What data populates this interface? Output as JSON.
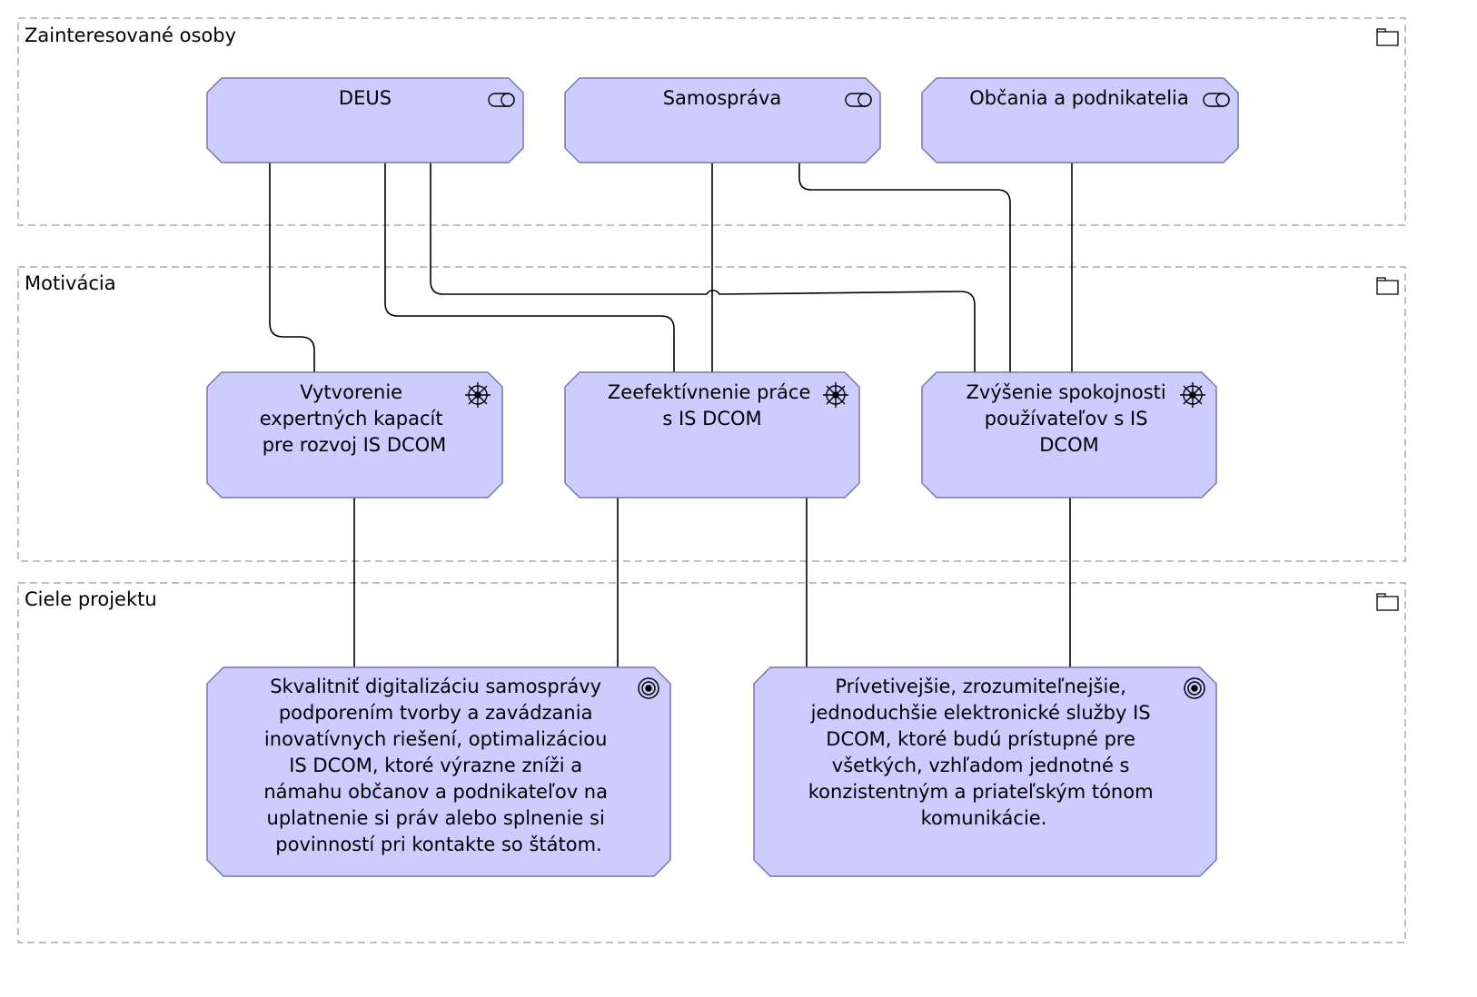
{
  "colors": {
    "node_fill": "#ccccff",
    "node_stroke": "#7777aa",
    "group_border": "#aaaaaa",
    "connector": "#000000"
  },
  "groups": [
    {
      "id": "stakeholders",
      "label": "Zainteresované osoby",
      "icon": "folder-icon"
    },
    {
      "id": "motivation",
      "label": "Motivácia",
      "icon": "folder-icon"
    },
    {
      "id": "goals",
      "label": "Ciele projektu",
      "icon": "folder-icon"
    }
  ],
  "stakeholders": [
    {
      "id": "deus",
      "lines": [
        "DEUS"
      ],
      "icon": "stakeholder-icon"
    },
    {
      "id": "samosprava",
      "lines": [
        "Samospráva"
      ],
      "icon": "stakeholder-icon"
    },
    {
      "id": "obcania",
      "lines": [
        "Občania a podnikatelia"
      ],
      "icon": "stakeholder-icon"
    }
  ],
  "drivers": [
    {
      "id": "expertne",
      "lines": [
        "Vytvorenie",
        "expertných kapacít",
        "pre rozvoj IS DCOM"
      ],
      "icon": "driver-icon"
    },
    {
      "id": "zefektivnenie",
      "lines": [
        "Zeefektívnenie práce",
        "s IS DCOM"
      ],
      "icon": "driver-icon"
    },
    {
      "id": "spokojnost",
      "lines": [
        "Zvýšenie spokojnosti",
        "používateľov s IS",
        "DCOM"
      ],
      "icon": "driver-icon"
    }
  ],
  "goals": [
    {
      "id": "goal1",
      "lines": [
        "Skvalitniť digitalizáciu samosprávy",
        "podporením tvorby a zavádzania",
        "inovatívnych riešení, optimalizáciou",
        "IS DCOM, ktoré výrazne zníži a",
        "námahu občanov a podnikateľov na",
        "uplatnenie si práv alebo splnenie si",
        "povinností pri kontakte so štátom."
      ],
      "icon": "goal-icon"
    },
    {
      "id": "goal2",
      "lines": [
        "Prívetivejšie, zrozumiteľnejšie,",
        "jednoduchšie elektronické služby IS",
        "DCOM, ktoré budú prístupné pre",
        "všetkých, vzhľadom jednotné s",
        "konzistentným a priateľským tónom",
        "komunikácie."
      ],
      "icon": "goal-icon"
    }
  ],
  "connections": [
    {
      "from": "deus",
      "to": "expertne"
    },
    {
      "from": "deus",
      "to": "zefektivnenie"
    },
    {
      "from": "deus",
      "to": "spokojnost"
    },
    {
      "from": "samosprava",
      "to": "zefektivnenie"
    },
    {
      "from": "samosprava",
      "to": "spokojnost"
    },
    {
      "from": "obcania",
      "to": "spokojnost"
    },
    {
      "from": "expertne",
      "to": "goal1"
    },
    {
      "from": "zefektivnenie",
      "to": "goal1"
    },
    {
      "from": "zefektivnenie",
      "to": "goal2"
    },
    {
      "from": "spokojnost",
      "to": "goal2"
    }
  ]
}
